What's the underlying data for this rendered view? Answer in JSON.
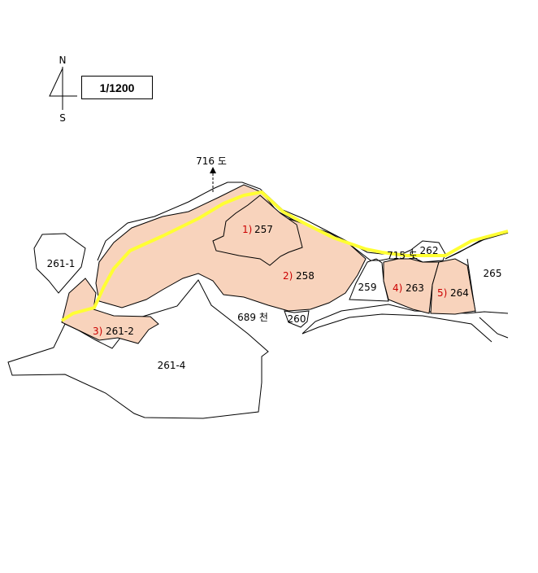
{
  "compass": {
    "north": "N",
    "south": "S"
  },
  "scale": "1/1200",
  "colors": {
    "highlight_fill": "#f8d3bc",
    "road_line": "#ffff33",
    "label_number": "#cc0000"
  },
  "features": {
    "road_do": "716 도",
    "road_do_2": "715 도",
    "stream": "689 천"
  },
  "parcels": {
    "p257": {
      "no": "1)",
      "lot": "257"
    },
    "p258": {
      "no": "2)",
      "lot": "258"
    },
    "p261_2": {
      "no": "3)",
      "lot": "261-2"
    },
    "p263": {
      "no": "4)",
      "lot": "263"
    },
    "p264": {
      "no": "5)",
      "lot": "264"
    },
    "p259": {
      "lot": "259"
    },
    "p260": {
      "lot": "260"
    },
    "p262": {
      "lot": "262"
    },
    "p265": {
      "lot": "265"
    },
    "p261_1": {
      "lot": "261-1"
    },
    "p261_4": {
      "lot": "261-4"
    }
  }
}
